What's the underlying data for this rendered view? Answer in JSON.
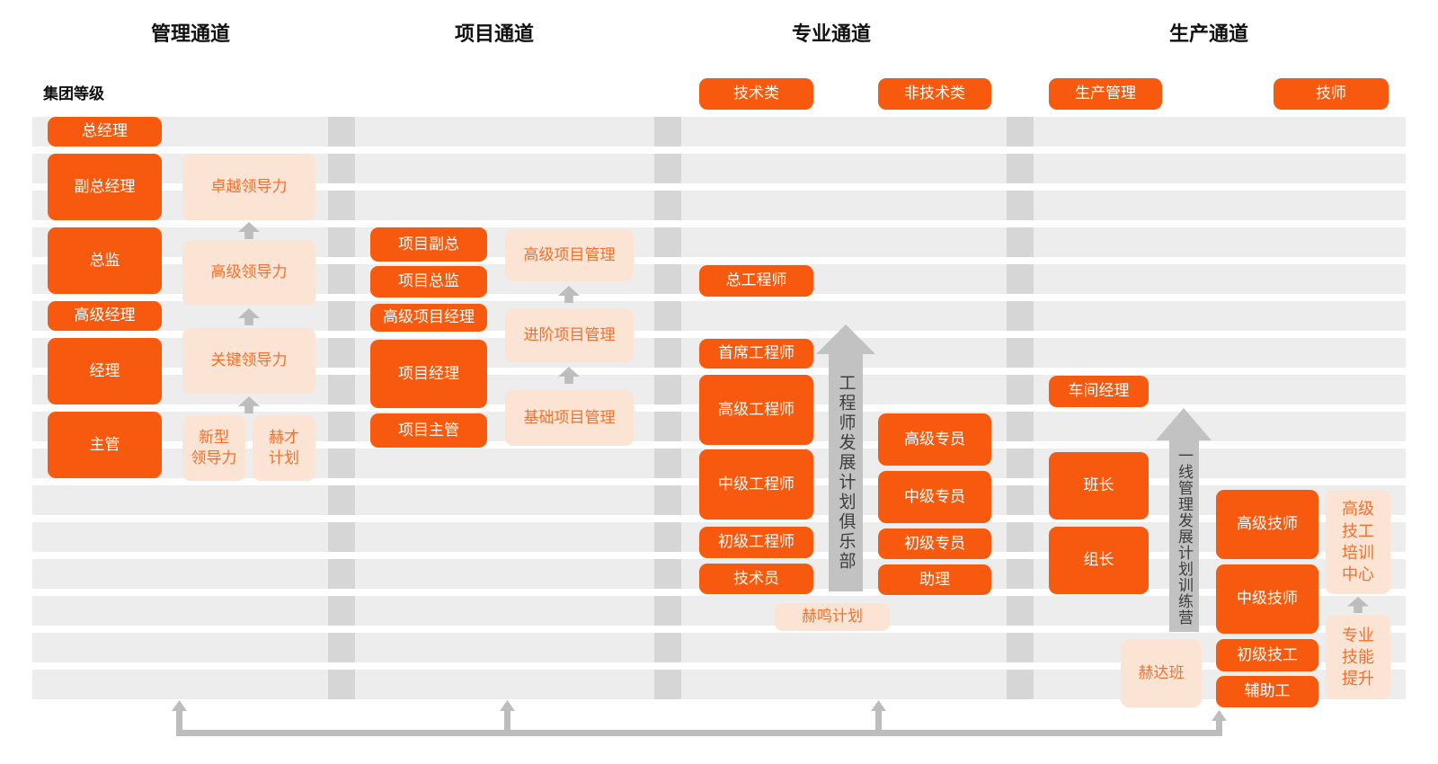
{
  "header": {
    "channels": [
      "管理通道",
      "项目通道",
      "专业通道",
      "生产通道"
    ],
    "group_level": "集团等级"
  },
  "subheaders": {
    "tech": "技术类",
    "nontech": "非技术类",
    "prod_mgmt": "生产管理",
    "technician": "技师"
  },
  "management": {
    "positions": [
      "总经理",
      "副总经理",
      "总监",
      "高级经理",
      "经理",
      "主管"
    ],
    "programs": [
      "卓越领导力",
      "高级领导力",
      "关键领导力",
      "新型\n领导力",
      "赫才\n计划"
    ]
  },
  "project": {
    "positions": [
      "项目副总",
      "项目总监",
      "高级项目经理",
      "项目经理",
      "项目主管"
    ],
    "programs": [
      "高级项目管理",
      "进阶项目管理",
      "基础项目管理"
    ]
  },
  "professional": {
    "technical": [
      "总工程师",
      "首席工程师",
      "高级工程师",
      "中级工程师",
      "初级工程师",
      "技术员"
    ],
    "nontechnical": [
      "高级专员",
      "中级专员",
      "初级专员",
      "助理"
    ],
    "arrow_label": "工程师发展计划俱乐部",
    "program": "赫鸣计划"
  },
  "production": {
    "management": [
      "车间经理",
      "班长",
      "组长"
    ],
    "technician": [
      "高级技师",
      "中级技师",
      "初级技工",
      "辅助工"
    ],
    "arrow_label": "一线管理发展计划训练营",
    "programs": [
      "赫达班",
      "高级\n技工\n培训\n中心",
      "专业\n技能\n提升"
    ]
  },
  "colors": {
    "solid": "#F75A0E",
    "light_bg": "#FCE4D4",
    "light_text": "#F4702E",
    "stripe": "#EDEDED",
    "separator": "#D6D6D6",
    "arrow": "#BDBDBD",
    "big_arrow": "#C2C2C2",
    "arrow_text": "#3E3E3E",
    "connector": "#BDBDBD"
  }
}
